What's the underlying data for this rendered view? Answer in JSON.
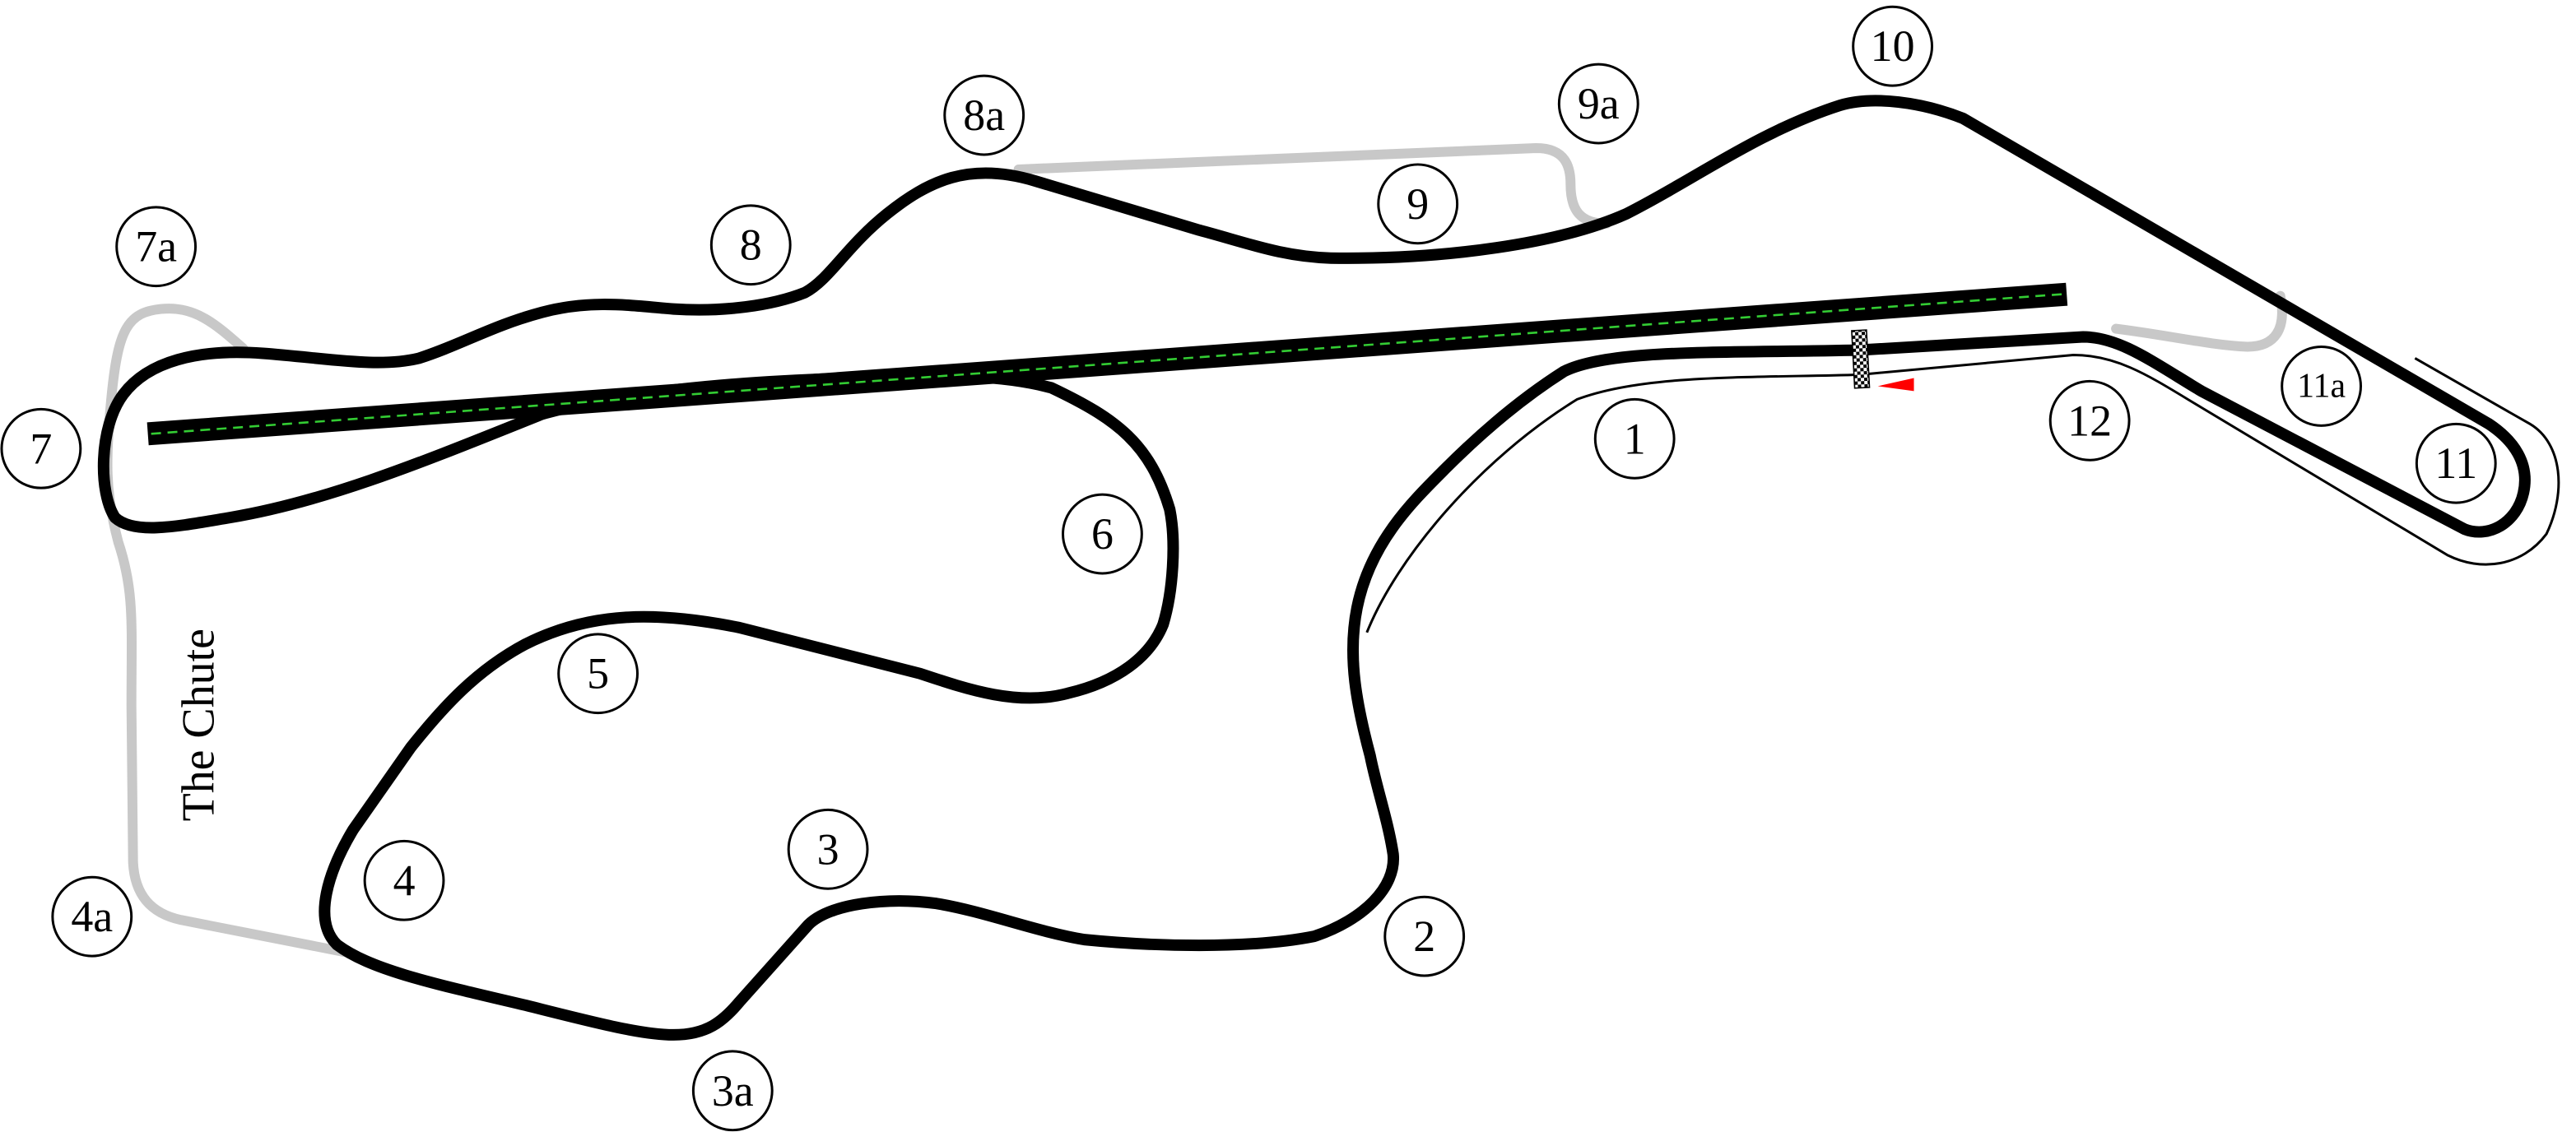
{
  "title": "Race circuit map",
  "colors": {
    "track": "#000000",
    "alternate_track": "#c8c8c8",
    "dragstrip_centerline": "#33cc33",
    "start_arrow": "#ff0000"
  },
  "section_label": "The Chute",
  "turns": [
    {
      "label": "1"
    },
    {
      "label": "2"
    },
    {
      "label": "3"
    },
    {
      "label": "3a"
    },
    {
      "label": "4"
    },
    {
      "label": "4a"
    },
    {
      "label": "5"
    },
    {
      "label": "6"
    },
    {
      "label": "7"
    },
    {
      "label": "7a"
    },
    {
      "label": "8"
    },
    {
      "label": "8a"
    },
    {
      "label": "9"
    },
    {
      "label": "9a"
    },
    {
      "label": "10"
    },
    {
      "label": "11"
    },
    {
      "label": "11a"
    },
    {
      "label": "12"
    }
  ]
}
